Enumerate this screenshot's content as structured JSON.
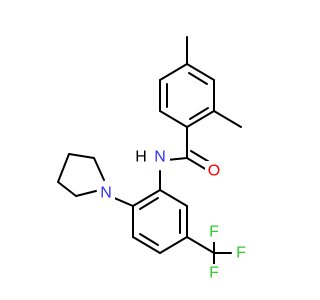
{
  "molecule": {
    "atom_labels": {
      "nitrogen_amide": "N",
      "hydrogen_amide": "H",
      "oxygen_carbonyl": "O",
      "nitrogen_pyrrolidine": "N",
      "fluorine_1": "F",
      "fluorine_2": "F",
      "fluorine_3": "F"
    },
    "colors": {
      "carbon_bond": "#000000",
      "nitrogen": "#3030ff",
      "oxygen": "#ff0000",
      "fluorine": "#33cc33",
      "hydrogen": "#000000"
    }
  }
}
